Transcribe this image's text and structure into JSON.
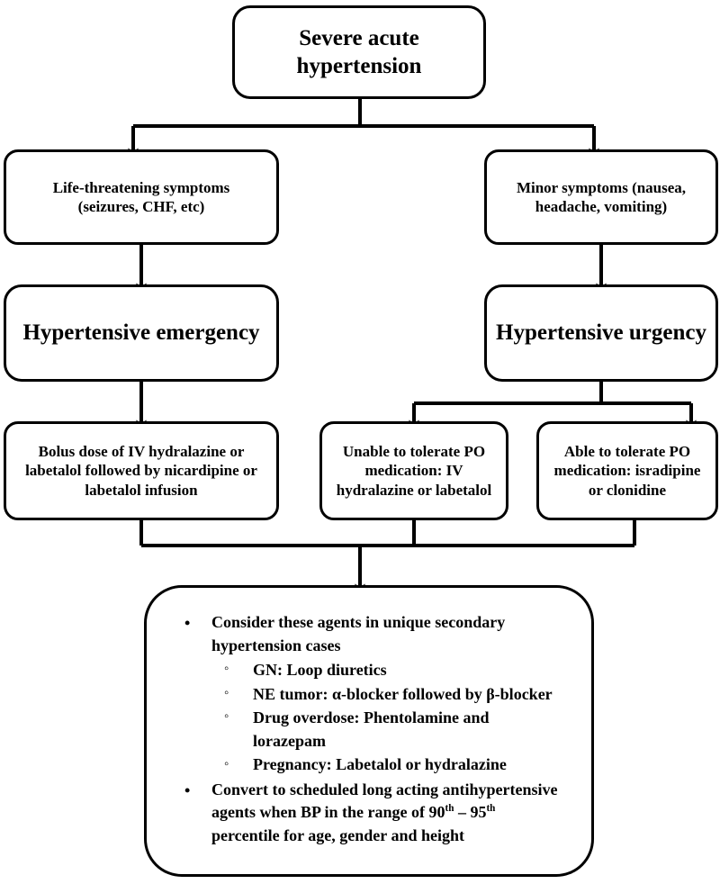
{
  "diagram": {
    "title": "Severe acute hypertension management algorithm",
    "stroke_color": "#000000",
    "background_color": "#ffffff"
  },
  "nodes": {
    "root": {
      "label": "Severe acute\nhypertension"
    },
    "life_threatening": {
      "label": "Life-threatening symptoms\n(seizures, CHF, etc)"
    },
    "minor_symptoms": {
      "label": "Minor symptoms (nausea,\nheadache, vomiting)"
    },
    "emergency": {
      "label": "Hypertensive emergency"
    },
    "urgency": {
      "label": "Hypertensive urgency"
    },
    "bolus": {
      "label": "Bolus dose of IV hydralazine or\nlabetalol followed by nicardipine or\nlabetalol infusion"
    },
    "unable_po": {
      "label": "Unable to tolerate PO\nmedication: IV\nhydralazine or labetalol"
    },
    "able_po": {
      "label": "Able to tolerate PO\nmedication: isradipine\nor clonidine"
    }
  },
  "footer_box": {
    "bullet_glyph": "•",
    "subbullet_glyph": "◦",
    "items": [
      {
        "text": "Consider these agents in unique secondary hypertension cases",
        "children": [
          "GN: Loop diuretics",
          "NE tumor: α-blocker followed by β-blocker",
          "Drug overdose: Phentolamine and lorazepam",
          "Pregnancy: Labetalol or hydralazine"
        ]
      },
      {
        "text_part1": "Convert to scheduled long acting antihypertensive agents when BP in the range of 90",
        "sup1": "th",
        "text_part2": " – 95",
        "sup2": "th",
        "text_part3": " percentile for age, gender and height",
        "children": []
      }
    ]
  }
}
